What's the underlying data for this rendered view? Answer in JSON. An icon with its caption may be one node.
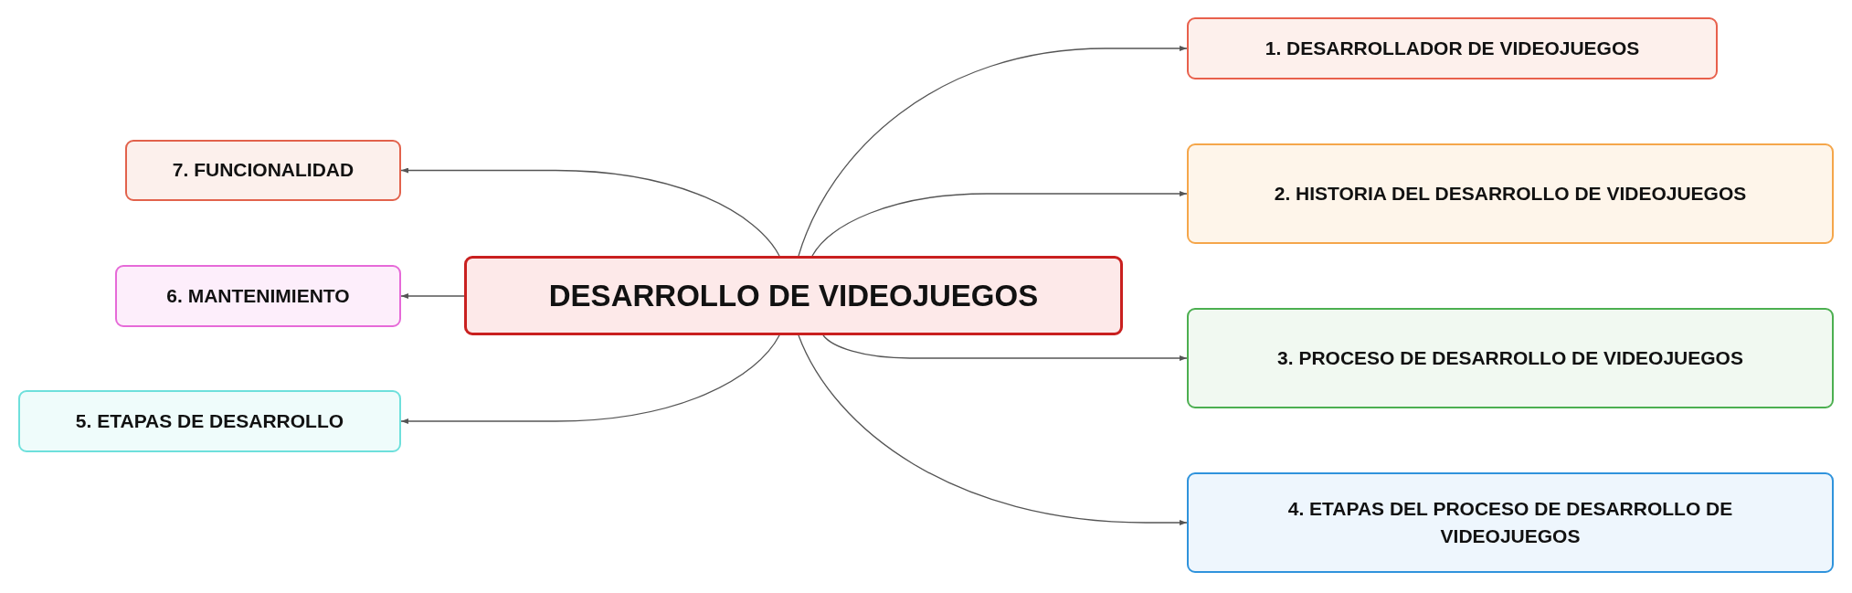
{
  "diagram": {
    "nodes": [
      {
        "text": [
          "DESARROLLO DE VIDEOJUEGOS"
        ]
      },
      {
        "text": [
          "1. DESARROLLADOR DE VIDEOJUEGOS"
        ]
      },
      {
        "text": [
          "2. HISTORIA DEL DESARROLLO DE VIDEOJUEGOS"
        ]
      },
      {
        "text": [
          "3. PROCESO DE DESARROLLO DE VIDEOJUEGOS"
        ]
      },
      {
        "text": [
          "4. ETAPAS DEL PROCESO DE DESARROLLO DE VIDEOJUEGOS"
        ]
      },
      {
        "text": [
          "5. ETAPAS DE DESARROLLO"
        ]
      },
      {
        "text": [
          "6. MANTENIMIENTO"
        ]
      },
      {
        "text": [
          "7. FUNCIONALIDAD"
        ]
      }
    ],
    "edges": [
      {
        "from": 0,
        "to": 1,
        "arrow": "to"
      },
      {
        "from": 0,
        "to": 2,
        "arrow": "to"
      },
      {
        "from": 0,
        "to": 3,
        "arrow": "to"
      },
      {
        "from": 0,
        "to": 4,
        "arrow": "to"
      },
      {
        "from": 0,
        "to": 5,
        "arrow": "to"
      },
      {
        "from": 0,
        "to": 6,
        "arrow": "to"
      },
      {
        "from": 0,
        "to": 7,
        "arrow": "to"
      }
    ]
  }
}
